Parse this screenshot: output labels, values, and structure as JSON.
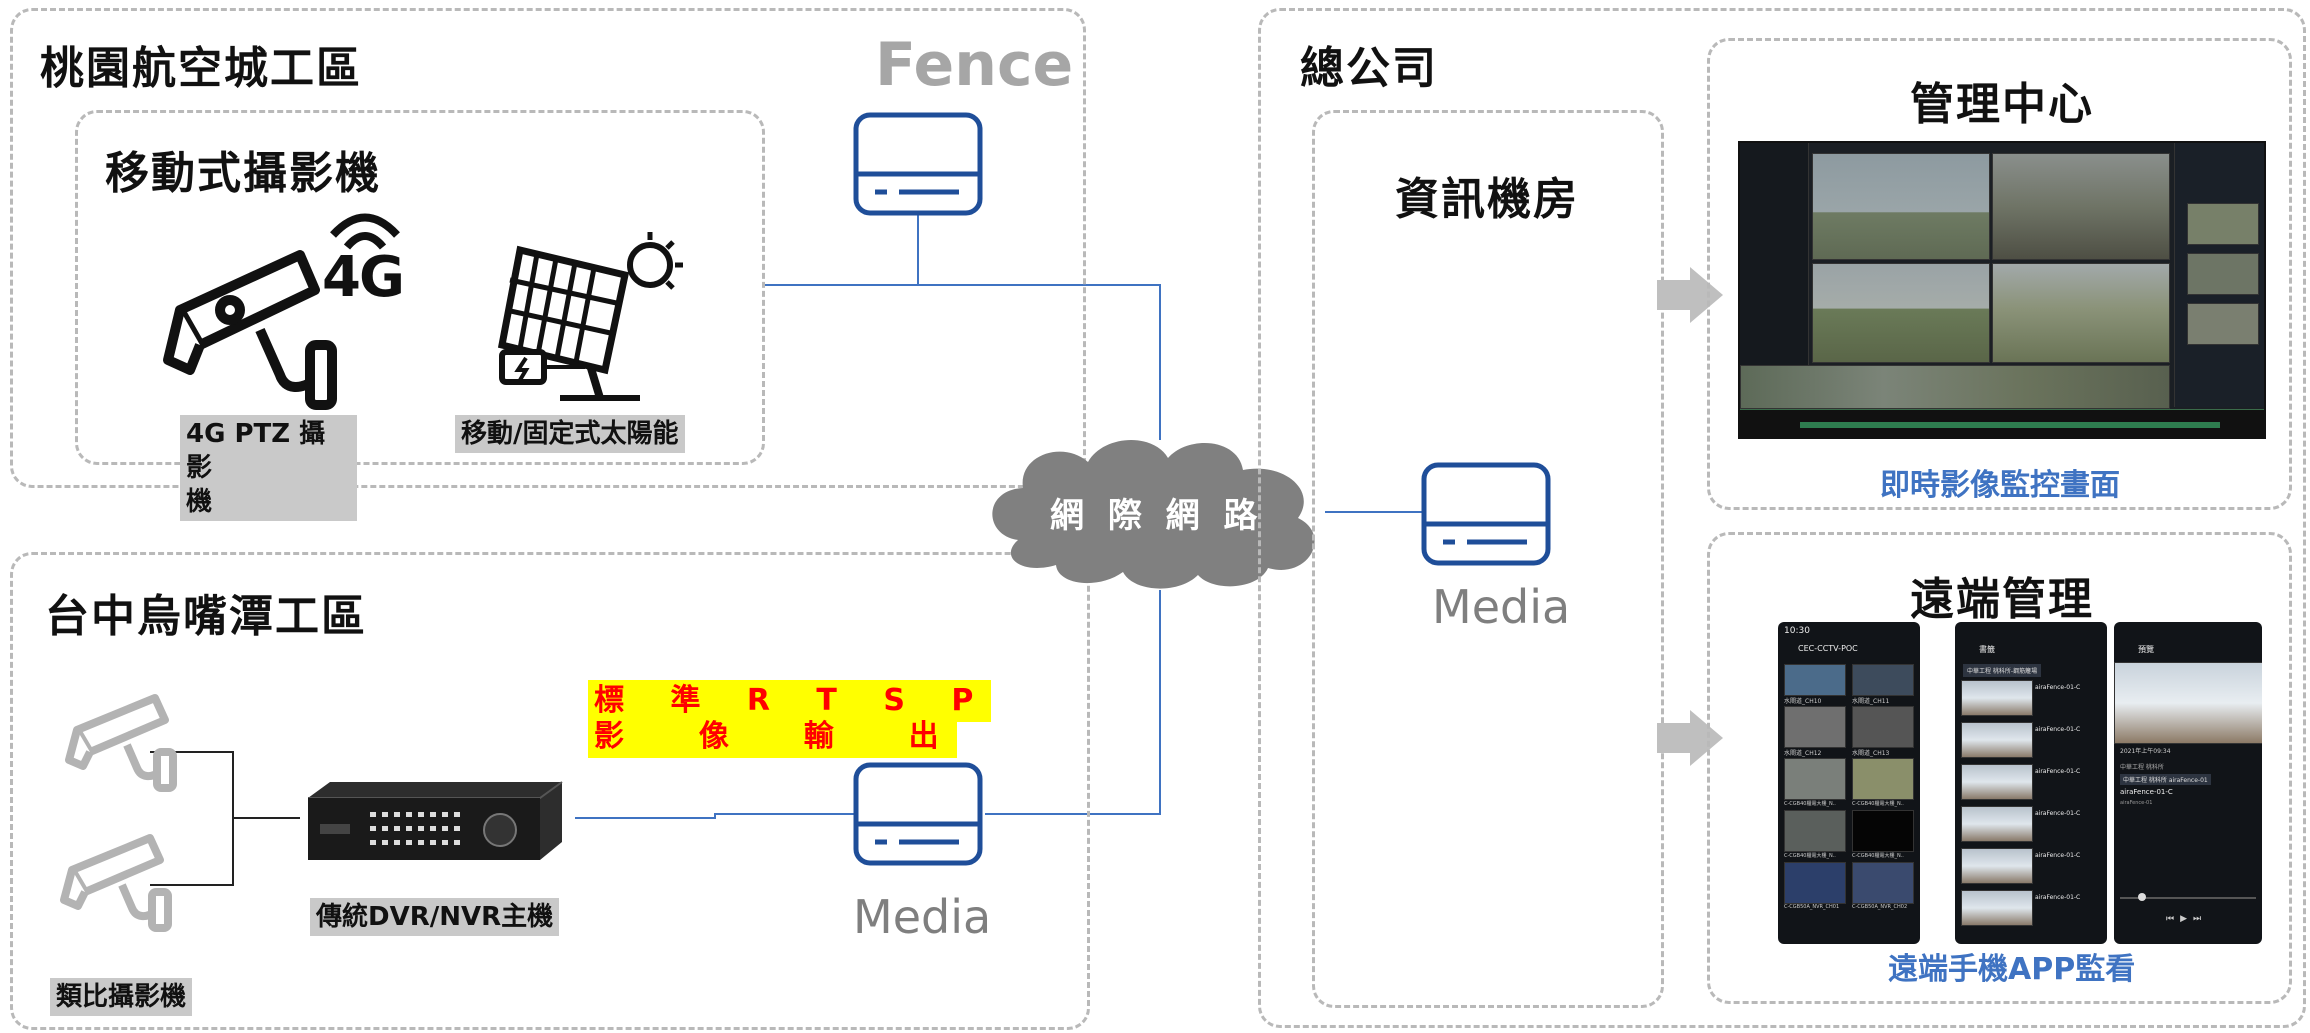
{
  "taoyuan": {
    "title": "桃園航空城工區",
    "subtitle": "移動式攝影機",
    "ptz_label": "4G PTZ 攝影\n機",
    "solar_label": "移動/固定式太陽能",
    "fourg": "4G"
  },
  "fence": {
    "label": "Fence"
  },
  "taichung": {
    "title": "台中烏嘴潭工區",
    "dvr_label": "傳統DVR/NVR主機",
    "analog_label": "類比攝影機",
    "rtsp_line1": "標 準 R T S P",
    "rtsp_line2": "影  像  輸  出",
    "media_label": "Media"
  },
  "cloud": {
    "label": "網 際 網 路"
  },
  "hq": {
    "title": "總公司",
    "server_room": "資訊機房",
    "media_label": "Media",
    "mgmt_title": "管理中心",
    "mgmt_caption": "即時影像監控畫面",
    "remote_title": "遠端管理",
    "remote_caption": "遠端手機APP監看"
  },
  "phones": {
    "p1": {
      "time": "10:30",
      "title": "CEC-CCTV-POC",
      "items": [
        "水閘道_CH10",
        "水閘道_CH11",
        "水閘道_CH12",
        "水閘道_CH13",
        "C-CGB40櫃電大樓_N..",
        "C-CGB40櫃電大樓_N..",
        "C-CGB40櫃電大樓_N..",
        "C-CGB40櫃電大樓_N..",
        "C-CGB50A_NVR_CH01",
        "C-CGB50A_NVR_CH02"
      ]
    },
    "p2": {
      "title": "書籤",
      "tag": "中華工程 桃科所-鋼筋籬場",
      "items": [
        "airaFence-01-C",
        "airaFence-01-C",
        "airaFence-01-C",
        "airaFence-01-C",
        "airaFence-01-C",
        "airaFence-01-C"
      ]
    },
    "p3": {
      "title": "預覽",
      "timestamp": "2021年上午09:34",
      "site": "中華工程 桃科所",
      "tag": "中華工程 桃科所 airaFence-01",
      "device": "airaFence-01-C",
      "sub": "airaFence-01"
    }
  },
  "colors": {
    "line": "#3f73c2",
    "blue_caption": "#3f73c2",
    "icon_stroke": "#1f4e99",
    "cloud": "#808080",
    "fence": "#a6a6a6",
    "rtsp_bg": "#ffff00",
    "rtsp_text": "#ff0000"
  }
}
